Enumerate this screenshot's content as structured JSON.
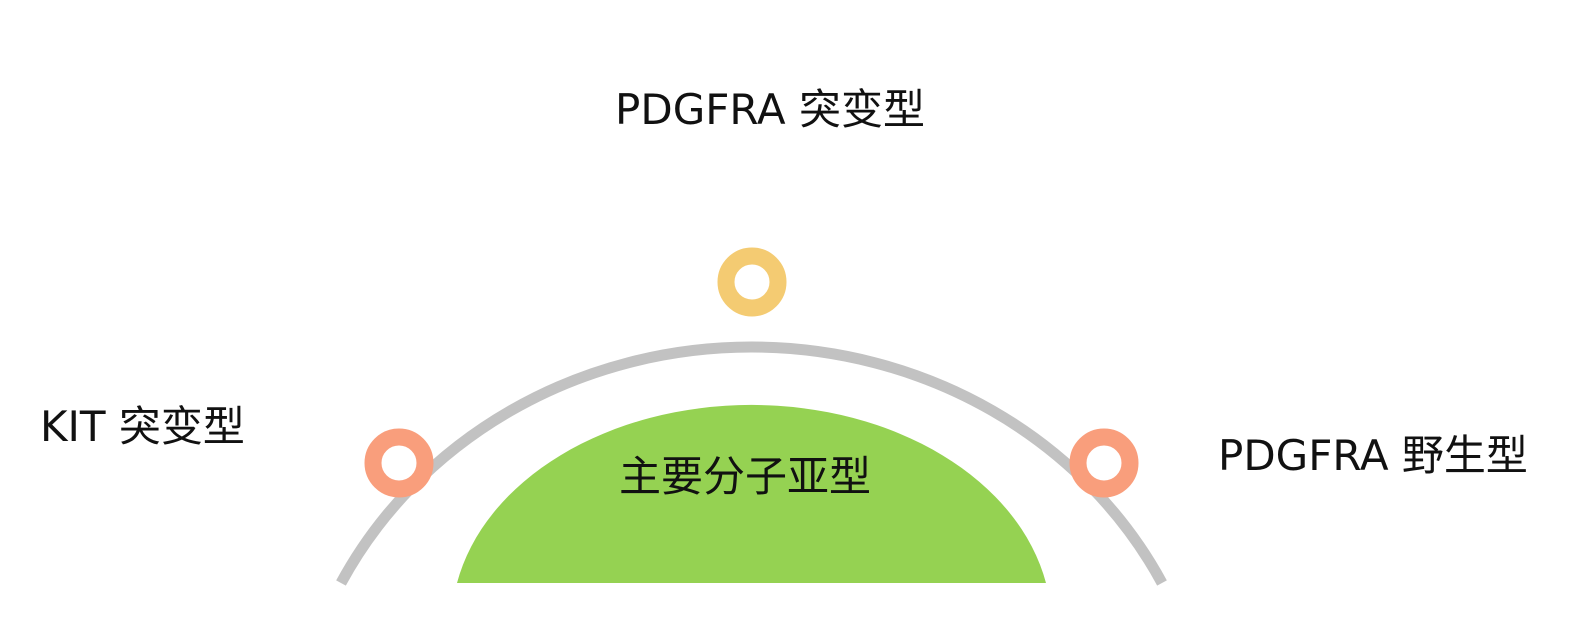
{
  "diagram": {
    "center_label": "主要分子亚型",
    "subtypes": [
      {
        "label": "PDGFRA 突变型",
        "marker_color": "#F4CB72"
      },
      {
        "label": "KIT 突变型",
        "marker_color": "#F99E7C"
      },
      {
        "label": "PDGFRA 野生型",
        "marker_color": "#F99E7C"
      }
    ],
    "colors": {
      "arc": "#C2C2C2",
      "center_fill": "#95D252"
    }
  }
}
